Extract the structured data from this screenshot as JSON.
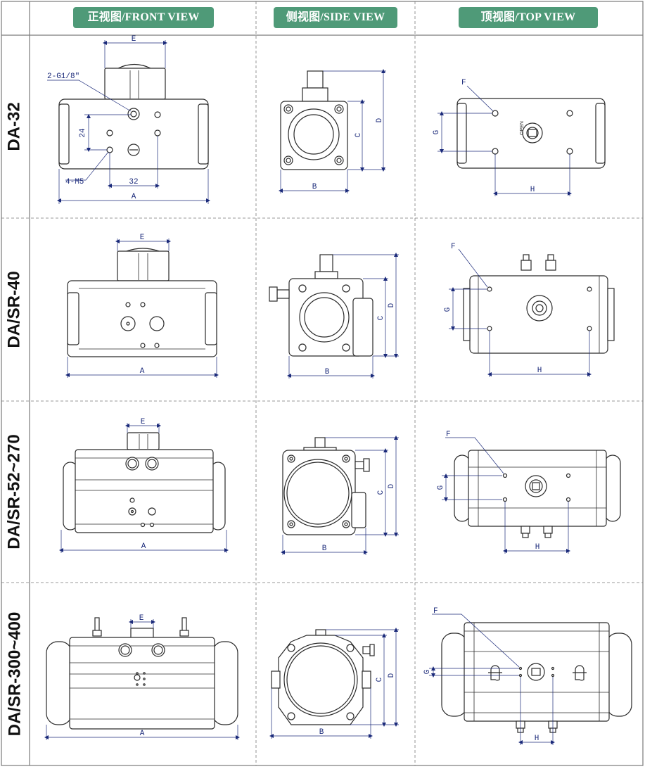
{
  "headers": {
    "front": "正视图/FRONT VIEW",
    "side": "侧视图/SIDE VIEW",
    "top": "顶视图/TOP VIEW"
  },
  "rows": [
    {
      "label": "DA-32",
      "front_dims": [
        "E",
        "A",
        "24",
        "32",
        "2-G1/8\"",
        "4-M5"
      ],
      "side_dims": [
        "B",
        "C",
        "D"
      ],
      "top_dims": [
        "F",
        "G",
        "H"
      ]
    },
    {
      "label": "DA/SR-40",
      "front_dims": [
        "E",
        "A"
      ],
      "side_dims": [
        "B",
        "C",
        "D"
      ],
      "top_dims": [
        "F",
        "G",
        "H"
      ]
    },
    {
      "label": "DA/SR-52~270",
      "front_dims": [
        "E",
        "A"
      ],
      "side_dims": [
        "B",
        "C",
        "D"
      ],
      "top_dims": [
        "F",
        "G",
        "H"
      ]
    },
    {
      "label": "DA/SR-300~400",
      "front_dims": [
        "E",
        "A"
      ],
      "side_dims": [
        "B",
        "C",
        "D"
      ],
      "top_dims": [
        "F",
        "G",
        "H"
      ]
    }
  ],
  "colors": {
    "header_bg": "#4f9a78",
    "header_text": "#ffffff",
    "dimension_text": "#1b2a7a",
    "outline": "#2a2a2a",
    "grid": "#7a7a7a"
  }
}
